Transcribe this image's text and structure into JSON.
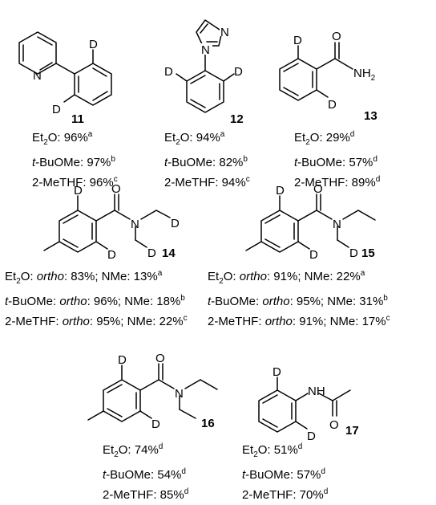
{
  "compounds": [
    {
      "id": "11",
      "yields": [
        {
          "solvent": "Et",
          "sub": "2",
          "rest": "O",
          "value": ": 96%",
          "note": "a"
        },
        {
          "solvent": "t",
          "rest": "-BuOMe",
          "value": ": 97%",
          "note": "b"
        },
        {
          "solvent": "2-MeTHF",
          "value": ": 96%",
          "note": "c"
        }
      ]
    },
    {
      "id": "12",
      "yields": [
        {
          "value": ": 94%",
          "note": "a"
        },
        {
          "value": ": 82%",
          "note": "b"
        },
        {
          "value": ": 94%",
          "note": "c"
        }
      ]
    },
    {
      "id": "13",
      "yields": [
        {
          "value": ": 29%",
          "note": "d"
        },
        {
          "value": ": 57%",
          "note": "d"
        },
        {
          "value": ": 89%",
          "note": "d"
        }
      ]
    },
    {
      "id": "14",
      "yields": [
        {
          "value": ": ortho: 83%; NMe: 13%",
          "note": "a"
        },
        {
          "value": ": ortho: 96%; NMe: 18%",
          "note": "b"
        },
        {
          "value": ": ortho: 95%; NMe: 22%",
          "note": "c"
        }
      ]
    },
    {
      "id": "15",
      "yields": [
        {
          "value": ": ortho: 91%; NMe: 22%",
          "note": "a"
        },
        {
          "value": ": ortho: 95%; NMe: 31%",
          "note": "b"
        },
        {
          "value": ": ortho: 91%; NMe: 17%",
          "note": "c"
        }
      ]
    },
    {
      "id": "16",
      "yields": [
        {
          "value": ": 74%",
          "note": "d"
        },
        {
          "value": ": 54%",
          "note": "d"
        },
        {
          "value": ": 85%",
          "note": "d"
        }
      ]
    },
    {
      "id": "17",
      "yields": [
        {
          "value": ": 51%",
          "note": "d"
        },
        {
          "value": ": 57%",
          "note": "d"
        },
        {
          "value": ": 70%",
          "note": "d"
        }
      ]
    }
  ],
  "text": {
    "c11": "11",
    "c12": "12",
    "c13": "13",
    "c14": "14",
    "c15": "15",
    "c16": "16",
    "c17": "17",
    "et_a": "Et",
    "et_sub": "2",
    "et_b": "O",
    "tbu_t": "t",
    "tbu_rest": "-BuOMe",
    "methf": "2-MeTHF",
    "ortho": "ortho",
    "y11_1": ": 96%",
    "y11_1n": "a",
    "y11_2": ": 97%",
    "y11_2n": "b",
    "y11_3": ": 96%",
    "y11_3n": "c",
    "y12_1": ": 94%",
    "y12_1n": "a",
    "y12_2": ": 82%",
    "y12_2n": "b",
    "y12_3": ": 94%",
    "y12_3n": "c",
    "y13_1": ": 29%",
    "y13_1n": "d",
    "y13_2": ": 57%",
    "y13_2n": "d",
    "y13_3": ": 89%",
    "y13_3n": "d",
    "y14_1a": ": ",
    "y14_1b": ": 83%; NMe: 13%",
    "y14_1n": "a",
    "y14_2b": ": 96%; NMe: 18%",
    "y14_2n": "b",
    "y14_3b": ": 95%; NMe: 22%",
    "y14_3n": "c",
    "y15_1b": ": 91%; NMe: 22%",
    "y15_1n": "a",
    "y15_2b": ": 95%; NMe: 31%",
    "y15_2n": "b",
    "y15_3b": ": 91%; NMe: 17%",
    "y15_3n": "c",
    "y16_1": ": 74%",
    "y16_1n": "d",
    "y16_2": ": 54%",
    "y16_2n": "d",
    "y16_3": ": 85%",
    "y16_3n": "d",
    "y17_1": ": 51%",
    "y17_1n": "d",
    "y17_2": ": 57%",
    "y17_2n": "d",
    "y17_3": ": 70%",
    "y17_3n": "d"
  },
  "atoms": {
    "N": "N",
    "D": "D",
    "O": "O",
    "NH": "NH",
    "NH2_N": "NH",
    "NH2_sub": "2",
    "H": "H"
  }
}
